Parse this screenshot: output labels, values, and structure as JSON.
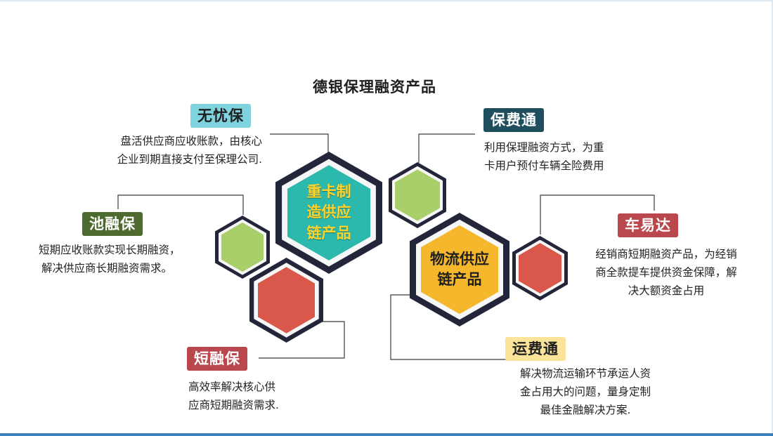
{
  "title": "德银保理融资产品",
  "colors": {
    "teal": "#2cb9ad",
    "green": "#a9cf6a",
    "red": "#d9584b",
    "yellow": "#f5b82c",
    "dark_navy": "#23263a"
  },
  "hubs": [
    {
      "id": "supply_chain",
      "label_lines": [
        "重卡制",
        "造供应",
        "链产品"
      ]
    },
    {
      "id": "logistics",
      "label_lines": [
        "物流供应",
        "链产品"
      ]
    }
  ],
  "products": [
    {
      "id": "wuyoubao",
      "name": "无忧保",
      "lines": [
        "盘活供应商应收账款，由核心",
        "企业到期直接支付至保理公司."
      ]
    },
    {
      "id": "chirongbao",
      "name": "池融保",
      "lines": [
        "短期应收账款实现长期融资，",
        "解决供应商长期融资需求。"
      ]
    },
    {
      "id": "duanrongbao",
      "name": "短融保",
      "lines": [
        "高效率解决核心供",
        "应商短期融资需求."
      ]
    },
    {
      "id": "baofeitong",
      "name": "保费通",
      "lines": [
        "利用保理融资方式，为重",
        "卡用户预付车辆全险费用"
      ]
    },
    {
      "id": "cheyida",
      "name": "车易达",
      "lines": [
        "经销商短期融资产品，为经销",
        "商全款提车提供资金保障，解",
        "决大额资金占用"
      ]
    },
    {
      "id": "yunfeitong",
      "name": "运费通",
      "lines": [
        "解决物流运输环节承运人资",
        "金占用大的问题，量身定制",
        "最佳金融解决方案."
      ]
    }
  ]
}
